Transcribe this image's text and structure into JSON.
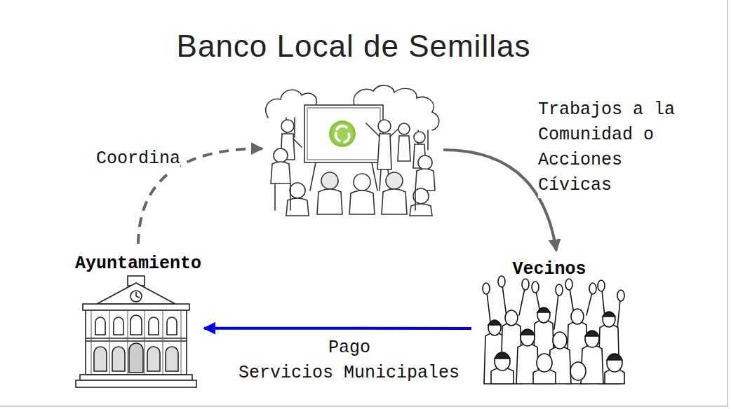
{
  "diagram": {
    "title": "Banco Local de Semillas",
    "nodes": [
      {
        "text": []
      },
      {
        "text": [
          "Ayuntamiento"
        ]
      },
      {
        "text": [
          "Vecinos"
        ]
      }
    ],
    "edges": [
      {
        "from": 1,
        "to": 0,
        "arrow": "to",
        "label": "Coordina"
      },
      {
        "from": 0,
        "to": 2,
        "arrow": "to",
        "label": "Trabajos a la Comunidad o Acciones Cívicas"
      },
      {
        "from": 2,
        "to": 1,
        "arrow": "to",
        "label": "Pago Servicios Municipales"
      }
    ]
  }
}
